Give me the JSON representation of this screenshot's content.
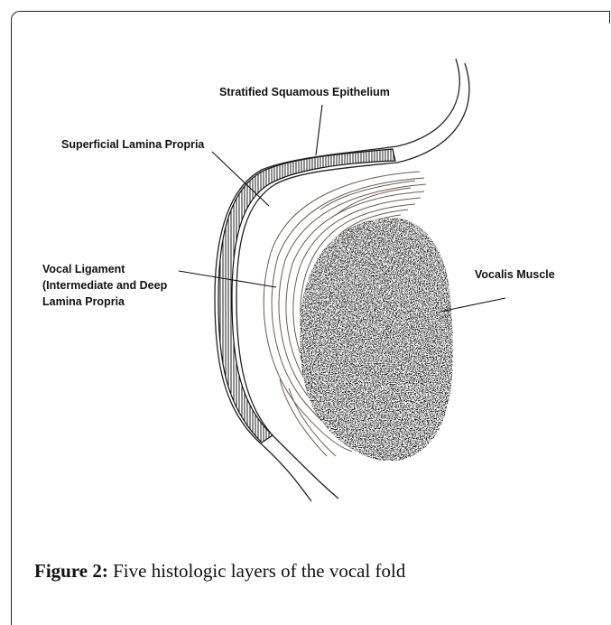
{
  "labels": {
    "epithelium": "Stratified Squamous Epithelium",
    "superficial": "Superficial Lamina Propria",
    "ligament_line1": "Vocal Ligament",
    "ligament_line2": "(Intermediate and Deep",
    "ligament_line3": "Lamina Propria",
    "muscle": "Vocalis Muscle"
  },
  "caption": {
    "lead": "Figure 2:",
    "text": "Five histologic layers of the vocal fold"
  }
}
